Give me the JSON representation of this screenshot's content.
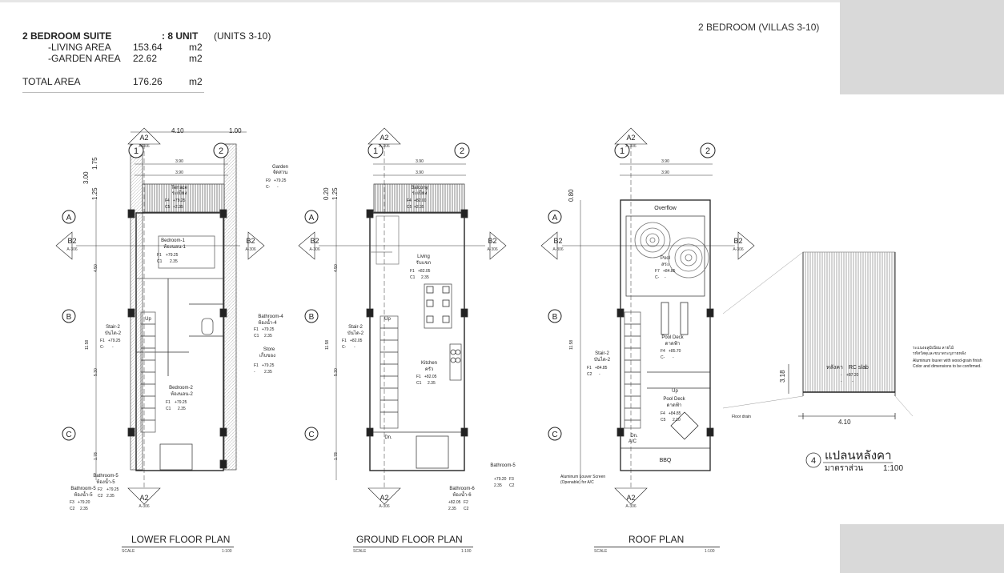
{
  "header": {
    "suite_label": "2 BEDROOM SUITE",
    "unit_count": ": 8 UNIT",
    "units_range": "(UNITS 3-10)",
    "living_label": "-LIVING AREA",
    "living_value": "153.64",
    "garden_label": "-GARDEN AREA",
    "garden_value": "22.62",
    "unit_m2": "m2",
    "total_label": "TOTAL AREA",
    "total_value": "176.26",
    "villas_title": "2 BEDROOM (VILLAS 3-10)"
  },
  "grid": {
    "col_1": "1",
    "col_2": "2",
    "row_a": "A",
    "row_b": "B",
    "row_c": "C",
    "section_a2": "A2",
    "section_b2": "B2",
    "sheet_ref": "A-306"
  },
  "dims": {
    "w410": "4.10",
    "w100": "1.00",
    "w390": "3.90",
    "h300": "3.00",
    "h175": "1.75",
    "h125": "1.25",
    "h020": "0.20",
    "h080": "0.80",
    "h450": "4.50",
    "h1158": "11.58",
    "h530": "5.30",
    "h178": "1.78",
    "h318": "3.18"
  },
  "lower": {
    "title": "LOWER FLOOR PLAN",
    "scale_label": "SCALE",
    "scale_value": "1:100",
    "terrace": "Terrace",
    "terrace_th": "ระเบียง",
    "terrace_f": "F4",
    "terrace_f_val": "+79.25",
    "terrace_c": "C5",
    "terrace_c_val": "+2.35",
    "garden": "Garden",
    "garden_th": "จัดสวน",
    "garden_f": "F9",
    "garden_f_val": "+79.25",
    "garden_c": "C-",
    "garden_c_val": "-",
    "bed1": "Bedroom-1",
    "bed1_th": "ห้องนอน-1",
    "bed1_f": "F1",
    "bed1_f_val": "+79.25",
    "bed1_c": "C1",
    "bed1_c_val": "2.35",
    "bath4": "Bathroom-4",
    "bath4_th": "ห้องน้ำ-4",
    "bath4_f": "F1",
    "bath4_f_val": "+79.25",
    "bath4_c": "C1",
    "bath4_c_val": "2.35",
    "store": "Store",
    "store_th": "เก็บของ",
    "store_f": "F1",
    "store_f_val": "+79.25",
    "store_c": "-",
    "store_c_val": "2.35",
    "stair": "Stair-2",
    "stair_th": "บันได-2",
    "stair_f": "F1",
    "stair_f_val": "+79.25",
    "stair_c": "C-",
    "stair_c_val": "-",
    "bed2": "Bedroom-2",
    "bed2_th": "ห้องนอน-2",
    "bed2_f": "F1",
    "bed2_f_val": "+79.25",
    "bed2_c": "C1",
    "bed2_c_val": "2.35",
    "bath5a": "Bathroom-5",
    "bath5a_th": "ห้องน้ำ-5",
    "bath5a_f": "F2",
    "bath5a_f_val": "+79.25",
    "bath5a_c": "C2",
    "bath5a_c_val": "2.35",
    "bath5b": "Bathroom-5",
    "bath5b_th": "ห้องน้ำ-5",
    "bath5b_f": "F3",
    "bath5b_f_val": "+79.20",
    "bath5b_c": "C2",
    "bath5b_c_val": "2.35",
    "up": "Up"
  },
  "ground": {
    "title": "GROUND FLOOR PLAN",
    "scale_label": "SCALE",
    "scale_value": "1:100",
    "balcony": "Balcony",
    "balcony_th": "ระเบียง",
    "balcony_f": "F4",
    "balcony_f_val": "+82.00",
    "balcony_c": "C5",
    "balcony_c_val": "+2.35",
    "living": "Living",
    "living_th": "รับแขก",
    "living_f": "F1",
    "living_f_val": "+82.05",
    "living_c": "C1",
    "living_c_val": "2.35",
    "stair": "Stair-2",
    "stair_th": "บันได-2",
    "stair_f": "F1",
    "stair_f_val": "+82.05",
    "stair_c": "C-",
    "stair_c_val": "-",
    "kitchen": "Kitchen",
    "kitchen_th": "ครัว",
    "kitchen_f": "F1",
    "kitchen_f_val": "+82.05",
    "kitchen_c": "C1",
    "kitchen_c_val": "2.35",
    "bath5": "Bathroom-5",
    "bath5_f_val": "+79.20",
    "bath5_f": "F3",
    "bath5_c_val": "2.35",
    "bath5_c": "C2",
    "bath6": "Bathroom-6",
    "bath6_th": "ห้องน้ำ-6",
    "bath6_f_val": "+82.05",
    "bath6_f": "F2",
    "bath6_c_val": "2.35",
    "bath6_c": "C2",
    "up": "Up",
    "dn": "Dn."
  },
  "roof": {
    "title": "ROOF PLAN",
    "scale_label": "SCALE",
    "scale_value": "1:100",
    "overflow": "Overflow",
    "pool": "Pool",
    "pool_th": "สระ",
    "pool_f": "F7",
    "pool_f_val": "+84.85",
    "pool_c": "C-",
    "pool_c_val": "-",
    "deck1": "Pool Deck",
    "deck1_th": "ดาดฟ้า",
    "deck1_f": "F4",
    "deck1_f_val": "+85.70",
    "deck1_c": "C-",
    "deck1_c_val": "-",
    "deck2": "Pool Deck",
    "deck2_th": "ดาดฟ้า",
    "deck2_f": "F4",
    "deck2_f_val": "+84.85",
    "deck2_c": "C5",
    "deck2_c_val": "2.10",
    "stair": "Stair-2",
    "stair_th": "บันได-2",
    "stair_f": "F1",
    "stair_f_val": "+84.85",
    "stair_c": "C2",
    "stair_c_val": "-",
    "floor_drain": "Floor drain",
    "louver_note_1": "Aluminum Louver Screen",
    "louver_note_2": "(Openable) for A/C",
    "ac": "A/C",
    "bbq": "BBQ",
    "up": "Up",
    "dn": "Dn."
  },
  "detail": {
    "note_th_1": "ระแนงอลูมิเนียม ลายไม้",
    "note_th_2": "รหัสวัสดุและขนาดระบุภายหลัง",
    "note_en_1": "Aluminum louver with wood-grain finish",
    "note_en_2": "Color and dimensions to be confirmed.",
    "slab_th": "หลังคา",
    "slab": "RC slab",
    "slab_f": "-",
    "slab_f_val": "+87.20",
    "slab_c": "-",
    "slab_c_val": "-",
    "number": "4",
    "title_th": "แปลนหลังคา",
    "scale_th": "มาตราส่วน",
    "scale_value": "1:100"
  }
}
